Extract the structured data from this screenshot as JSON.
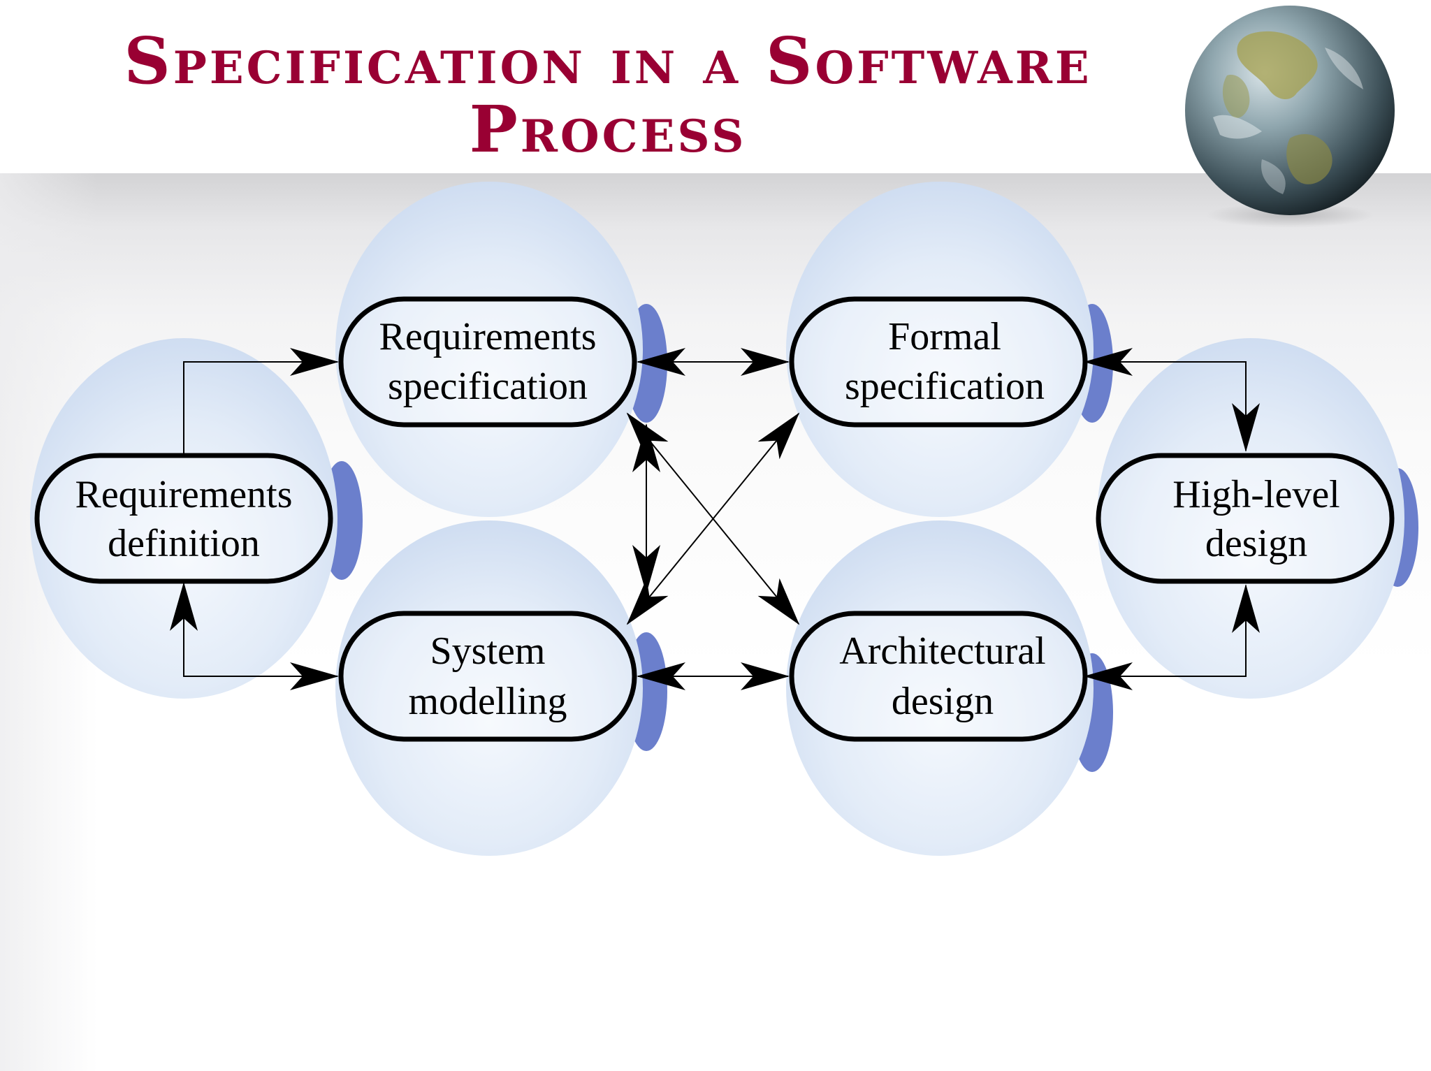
{
  "title": {
    "line1": "Specification in a Software",
    "line2": "Process"
  },
  "nodes": {
    "req_def": {
      "line1": "Requirements",
      "line2": "definition"
    },
    "req_spec": {
      "line1": "Requirements",
      "line2": "specification"
    },
    "sys_model": {
      "line1": "System",
      "line2": "modelling"
    },
    "formal_spec": {
      "line1": "Formal",
      "line2": "specification"
    },
    "arch_design": {
      "line1": "Architectural",
      "line2": "design"
    },
    "high_level": {
      "line1": "High-level",
      "line2": "design"
    }
  },
  "colors": {
    "title": "#990033",
    "bubble": "#d6e4f5",
    "bubble_accent": "#6b7fcc",
    "node_stroke": "#000000"
  },
  "decorations": {
    "globe": "earth-globe-icon"
  }
}
